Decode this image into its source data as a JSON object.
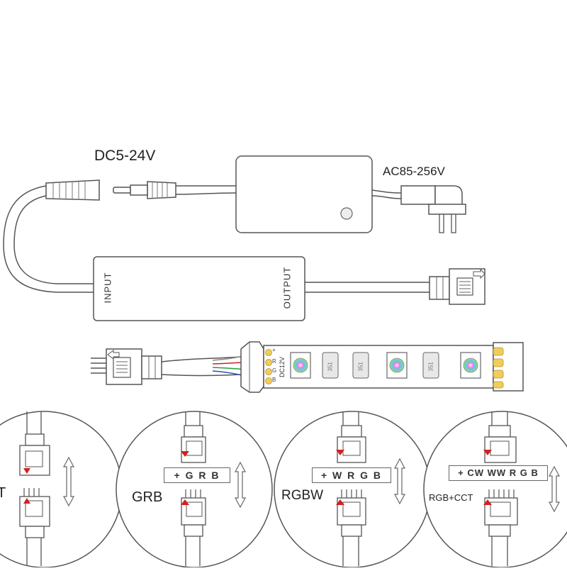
{
  "labels": {
    "dc_voltage": "DC5-24V",
    "ac_voltage": "AC85-256V",
    "input": "INPUT",
    "output": "OUTPUT",
    "strip_voltage": "DC12V",
    "chip_code": "351",
    "pad_plus": "+",
    "pad_r": "R",
    "pad_g": "G",
    "pad_b": "B"
  },
  "variants": [
    {
      "name": "T",
      "sequence": ""
    },
    {
      "name": "GRB",
      "sequence": "+ G R B"
    },
    {
      "name": "RGBW",
      "sequence": "+ W R G B"
    },
    {
      "name": "RGB+CCT",
      "sequence": "+ CW WW R G B"
    }
  ],
  "colors": {
    "line": "#555555",
    "wire_red": "#d42020",
    "wire_green": "#2a9a3a",
    "wire_blue": "#2850c8",
    "pad_gold": "#f2cd5c",
    "arrow_red": "#d42020"
  }
}
